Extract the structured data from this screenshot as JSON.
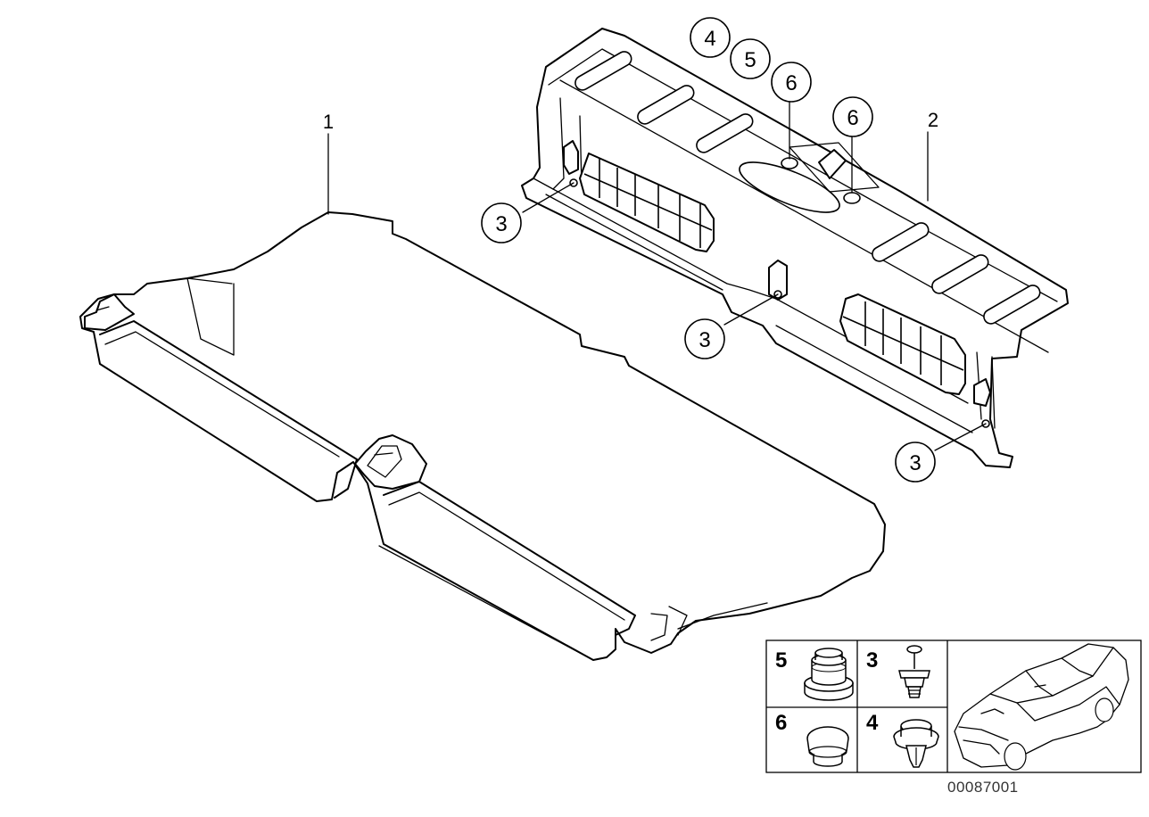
{
  "diagram": {
    "part_number": "00087001",
    "labels": {
      "part1": "1",
      "part2": "2",
      "clip_a": "3",
      "clip_b": "3",
      "clip_c": "3",
      "item4": "4",
      "item5": "5",
      "cap_a": "6",
      "cap_b": "6"
    },
    "legend": {
      "cells": [
        {
          "label": "5",
          "icon": "plug-icon"
        },
        {
          "label": "3",
          "icon": "screw-clip-icon"
        },
        {
          "label": "6",
          "icon": "cap-icon"
        },
        {
          "label": "4",
          "icon": "push-rivet-icon"
        }
      ],
      "car_icon": "car-outline-icon"
    }
  }
}
